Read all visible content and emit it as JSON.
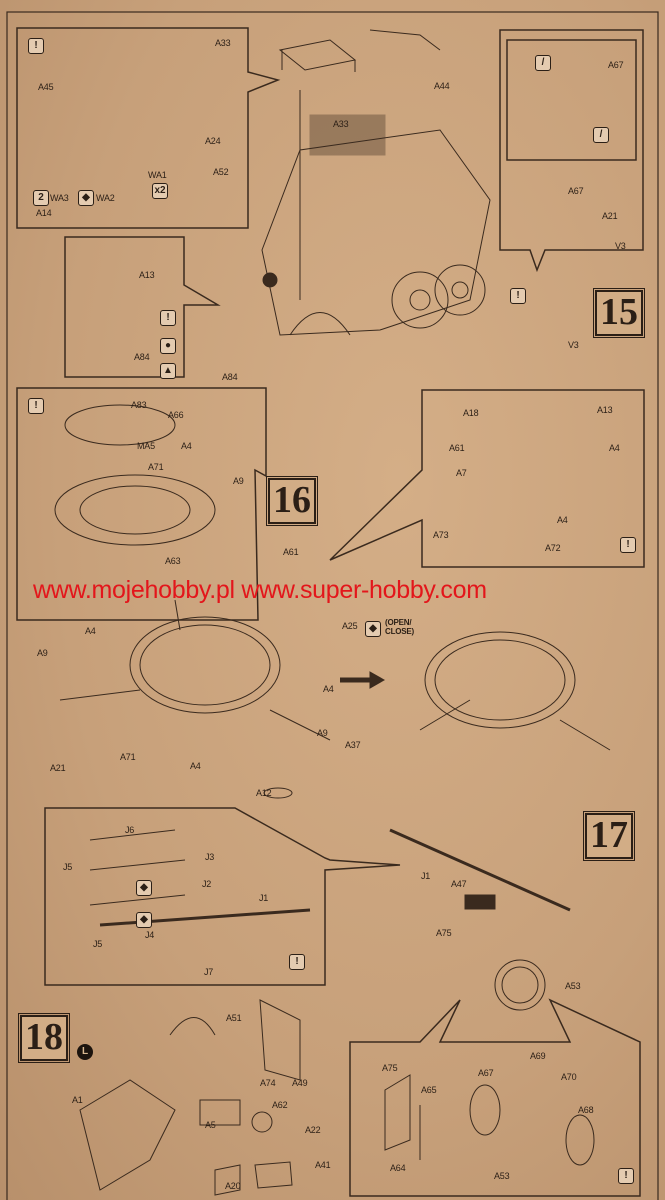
{
  "watermark": "www.mojehobby.pl www.super-hobby.com",
  "step15": {
    "number": "15",
    "labels": [
      "A33",
      "A45",
      "A24",
      "A14",
      "A52",
      "WA1",
      "WA3",
      "WA2",
      "A13",
      "A33",
      "A44",
      "A67",
      "A67",
      "A21",
      "V3",
      "A84",
      "A83",
      "MA5",
      "A84",
      "V3"
    ],
    "qty_x2": "x2"
  },
  "step16": {
    "number": "16",
    "labels": [
      "A66",
      "A4",
      "A71",
      "A9",
      "A63",
      "A61",
      "A18",
      "A13",
      "A61",
      "A4",
      "A7",
      "A4",
      "A73",
      "A72",
      "A25",
      "A4",
      "A9",
      "A4",
      "A9",
      "A71",
      "A21",
      "A4",
      "A37",
      "A12"
    ],
    "open_close": "(OPEN/ CLOSE)"
  },
  "step17": {
    "number": "17",
    "labels": [
      "J6",
      "J3",
      "J5",
      "J2",
      "J1",
      "J4",
      "J5",
      "J7",
      "J1",
      "A47",
      "A75",
      "A53",
      "A75",
      "A65",
      "A69",
      "A67",
      "A70",
      "A68",
      "A64",
      "A53"
    ]
  },
  "step18": {
    "number": "18",
    "l_marker": "L",
    "labels": [
      "A51",
      "A74",
      "A49",
      "A1",
      "A62",
      "A5",
      "A22",
      "A41",
      "A20"
    ]
  },
  "colors": {
    "paper": "#c9a27b",
    "ink": "#2b1f16",
    "watermark": "#e3161b"
  },
  "icons": [
    "paint-icon",
    "glue-icon",
    "flip-icon",
    "cement-icon",
    "x2-icon"
  ]
}
